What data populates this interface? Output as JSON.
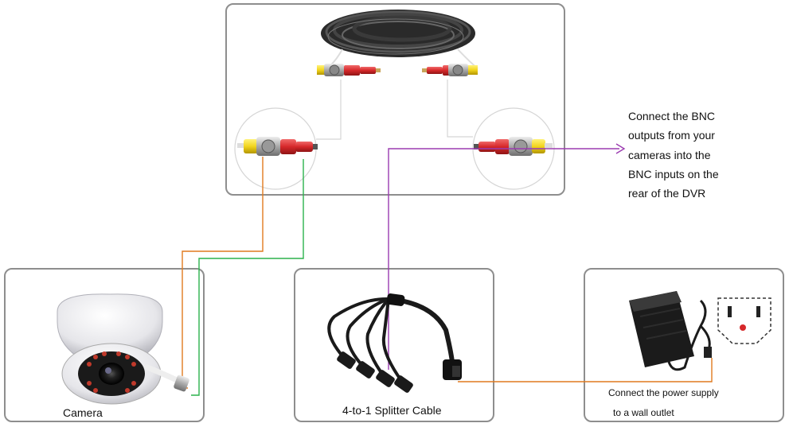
{
  "labels": {
    "camera": "Camera",
    "splitter": "4-to-1 Splitter Cable",
    "power_line1": "Connect the power supply",
    "power_line2": "to a wall outlet",
    "bnc_lines": [
      "Connect the BNC",
      "outputs from your",
      "cameras into the",
      "BNC inputs on the",
      "rear of the DVR"
    ]
  },
  "colors": {
    "panel_border": "#8e8e8e",
    "orange_wire": "#e07a1f",
    "green_wire": "#2bb24c",
    "purple_wire": "#9b3bb0",
    "rca_red": "#d6282a",
    "rca_yellow": "#f2d51e",
    "bnc_silver": "#b9b9b9",
    "cable_black": "#1a1a1a"
  },
  "icons": [
    "cable-coil-icon",
    "bnc-connector-icon",
    "rca-power-plug-icon",
    "dome-camera-icon",
    "splitter-cable-icon",
    "power-adapter-icon",
    "wall-outlet-icon",
    "arrow-right-icon"
  ]
}
